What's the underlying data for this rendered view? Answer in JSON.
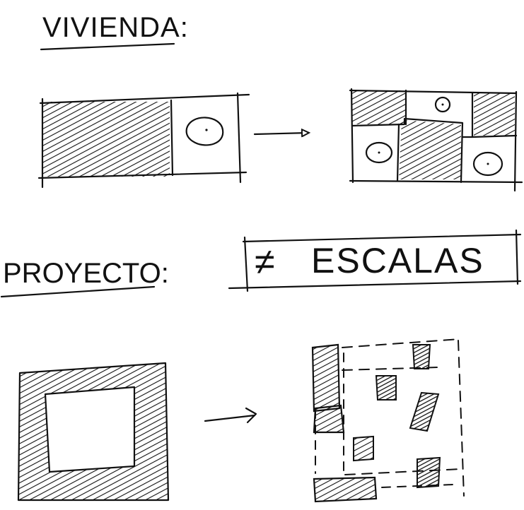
{
  "labels": {
    "vivienda": "VIVIENDA:",
    "proyecto": "PROYECTO:",
    "escalas_symbol": "≠",
    "escalas_word": "ESCALAS"
  },
  "colors": {
    "ink": "#111111",
    "paper": "#ffffff"
  }
}
